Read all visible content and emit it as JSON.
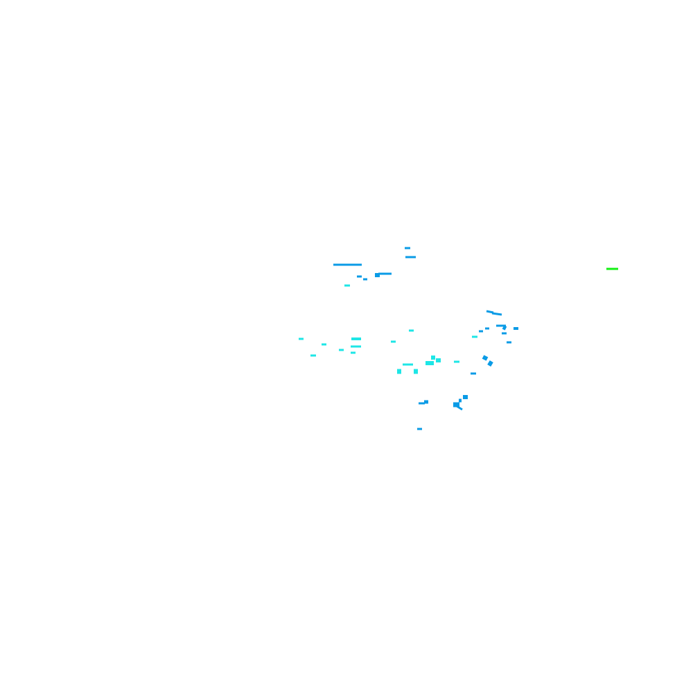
{
  "background_color": "#ffffff",
  "colors": {
    "blue": "#0a9be6",
    "cyan": "#1ee6e6",
    "green": "#12f012"
  },
  "layers": [
    {
      "name": "blue-segments",
      "color_key": "blue"
    },
    {
      "name": "cyan-segments",
      "color_key": "cyan"
    },
    {
      "name": "green-segment",
      "color_key": "green"
    }
  ]
}
